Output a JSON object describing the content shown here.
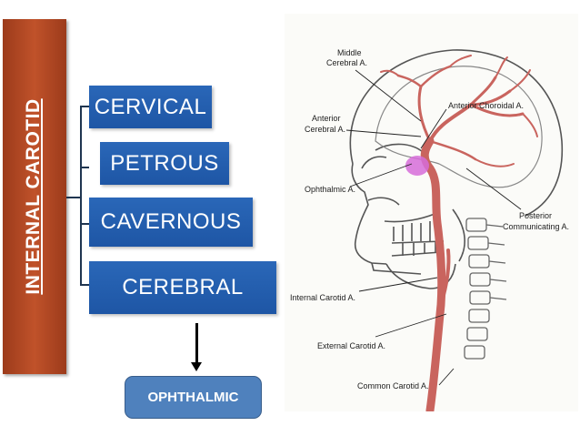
{
  "vertical_label": "INTERNAL CAROTID",
  "segments": [
    {
      "label": "CERVICAL"
    },
    {
      "label": "PETROUS"
    },
    {
      "label": "CAVERNOUS"
    },
    {
      "label": "CEREBRAL"
    }
  ],
  "branch_label": "OPHTHALMIC",
  "illustration": {
    "labels": {
      "middle_cerebral": [
        "Middle",
        "Cerebral A."
      ],
      "anterior_choroidal": "Anterior Choroidal A.",
      "anterior_cerebral": [
        "Anterior",
        "Cerebral A."
      ],
      "ophthalmic": "Ophthalmic A.",
      "posterior_communicating": [
        "Posterior",
        "Communicating A."
      ],
      "internal_carotid": "Internal Carotid A.",
      "external_carotid": "External Carotid A.",
      "common_carotid": "Common Carotid A."
    }
  },
  "colors": {
    "sidebar": "#b34a24",
    "segment_box": "#2461b0",
    "branch_box": "#4f81bd",
    "artery": "#c9645e"
  }
}
